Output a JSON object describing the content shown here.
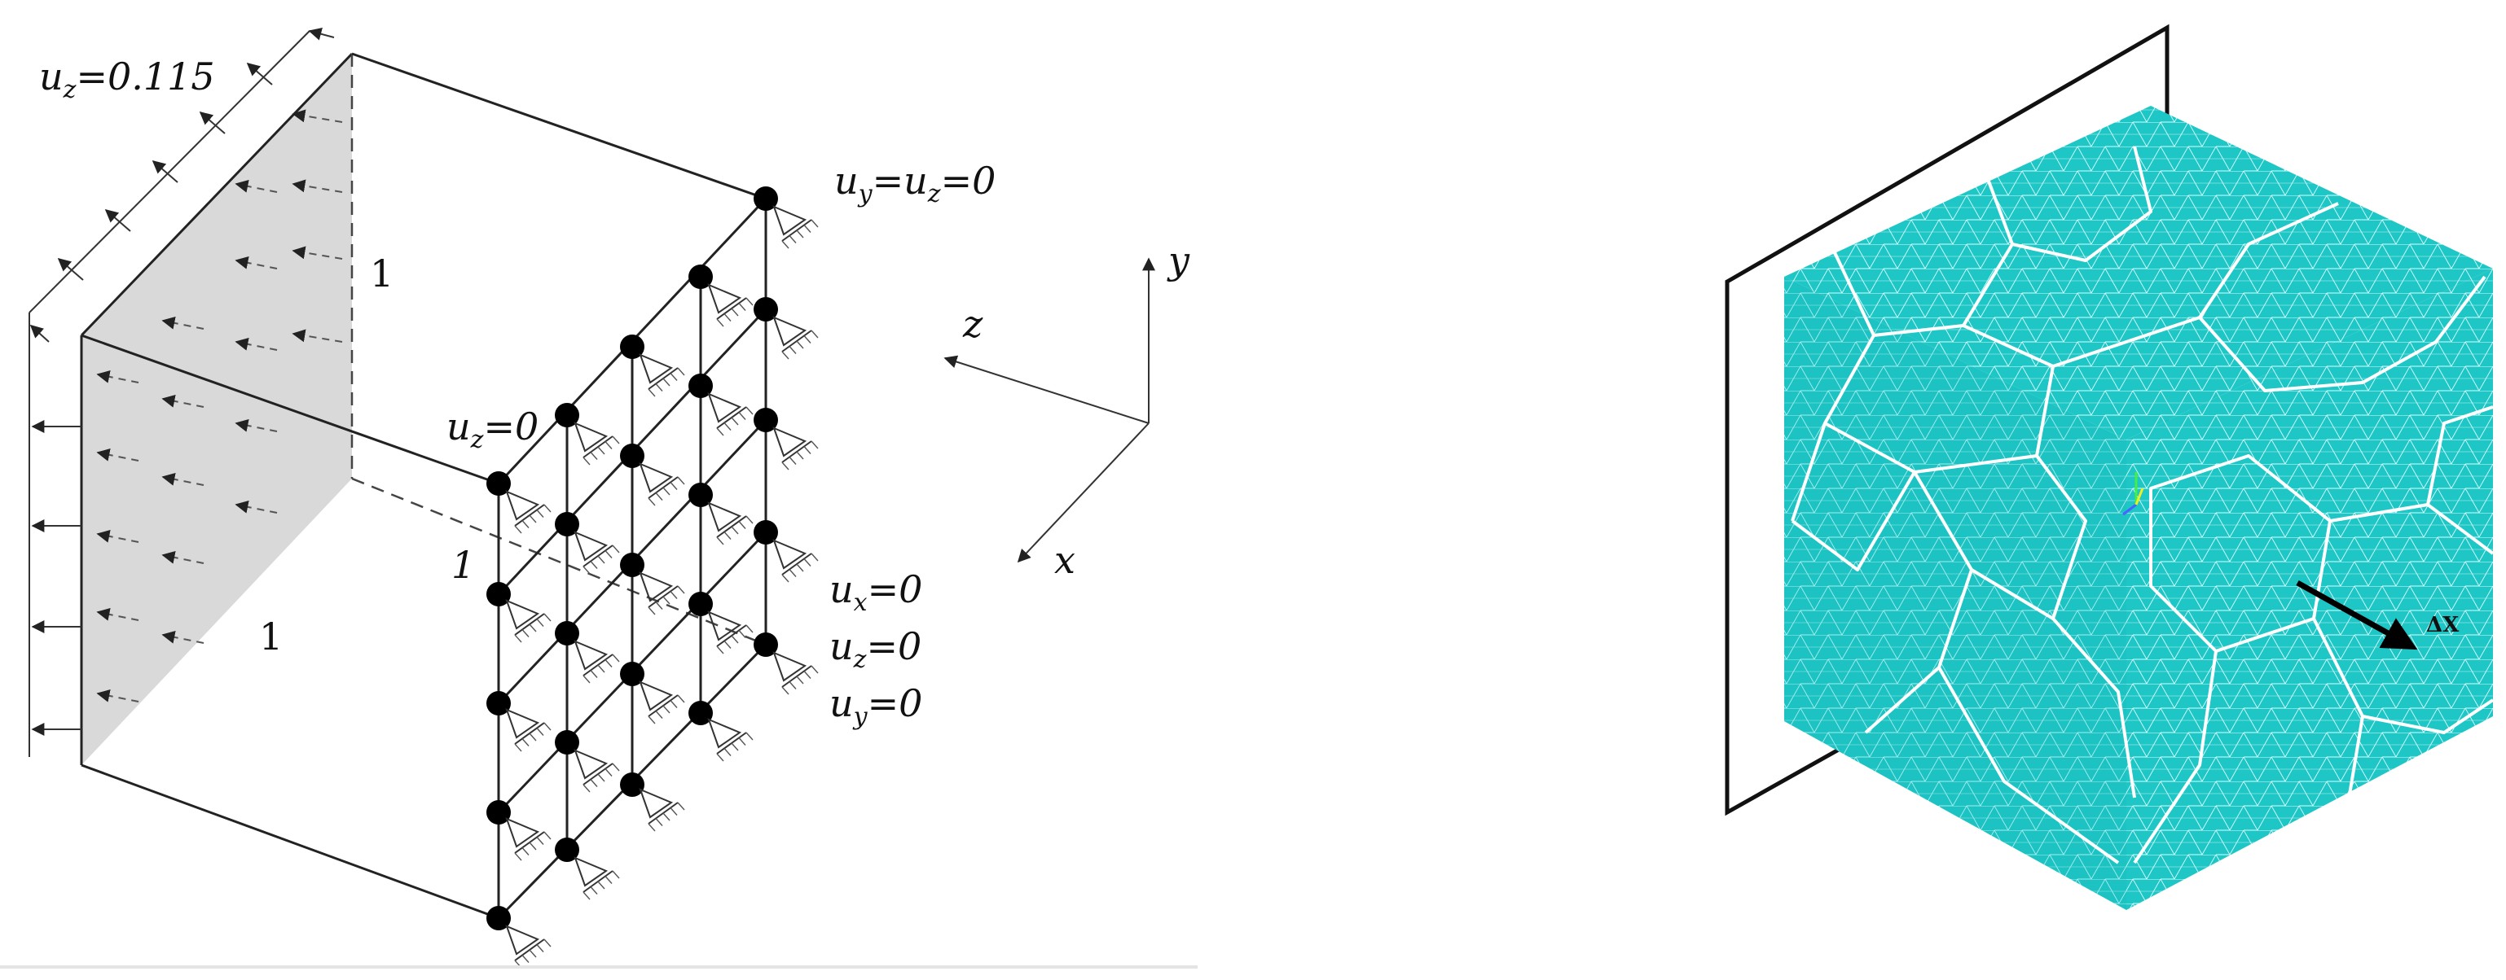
{
  "left_panel": {
    "labels": {
      "top_displacement": "u",
      "top_displacement_sub": "z",
      "top_displacement_rest": "=0.115",
      "corner_bc": "u",
      "corner_bc_sub1": "y",
      "corner_bc_mid": "=u",
      "corner_bc_sub2": "z",
      "corner_bc_rest": "=0",
      "face_bc": "u",
      "face_bc_sub": "z",
      "face_bc_rest": "=0",
      "bc_x": "u",
      "bc_x_sub": "x",
      "bc_x_rest": "=0",
      "bc_z": "u",
      "bc_z_sub": "z",
      "bc_z_rest": "=0",
      "bc_y": "u",
      "bc_y_sub": "y",
      "bc_y_rest": "=0",
      "dim_height": "1",
      "dim_width": "1",
      "dim_depth": "1"
    },
    "axes": {
      "x": "x",
      "y": "y",
      "z": "z"
    }
  },
  "right_panel": {
    "arrow_label": "ΔX",
    "mesh_color": "#22c8c8",
    "grain_boundary_color": "#ffffff"
  }
}
